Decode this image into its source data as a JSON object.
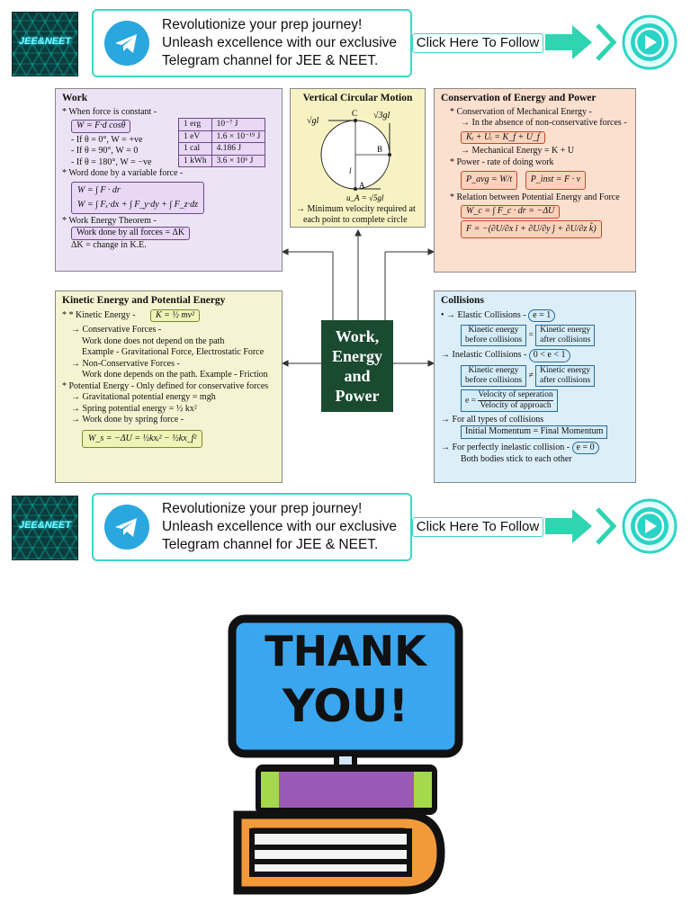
{
  "banner": {
    "logo_text": "JEE&NEET",
    "line1": "Revolutionize your prep journey!",
    "line2": "Unleash excellence with our exclusive",
    "line3": "Telegram channel for JEE & NEET.",
    "follow_label": "Click Here To Follow",
    "icons": {
      "telegram": "telegram-icon",
      "play": "play-icon"
    }
  },
  "center": {
    "line1": "Work,",
    "line2": "Energy",
    "line3": "and",
    "line4": "Power"
  },
  "work": {
    "title": "Work",
    "l1": "* When force is constant -",
    "f1": "W = F·d cosθ",
    "l2": "- If θ = 0°, W = +ve",
    "l3": "- If θ = 90°, W = 0",
    "l4": "- If θ = 180°, W = −ve",
    "units": [
      [
        "1 erg",
        "10⁻⁷ J"
      ],
      [
        "1 eV",
        "1.6 × 10⁻¹⁹ J"
      ],
      [
        "1 cal",
        "4.186 J"
      ],
      [
        "1 kWh",
        "3.6 × 10⁶ J"
      ]
    ],
    "l5": "* Word done by a variable force -",
    "f2": "W = ∫ F · dr",
    "f3": "W = ∫ Fₓ·dx + ∫ F_y·dy + ∫ F_z·dz",
    "l6": "* Work Energy Theorem -",
    "f4": "Work done by all forces = ΔK",
    "l7": "ΔK = change in K.E."
  },
  "vcm": {
    "title": "Vertical Circular Motion",
    "lbl_sqrt_gl": "√gl",
    "lbl_sqrt_3gl": "√3gl",
    "lbl_C": "C",
    "lbl_B": "B",
    "lbl_A": "A",
    "lbl_l": "l",
    "lbl_u": "u_A = √5gl",
    "note1": "→ Minimum velocity required at",
    "note2": "each point to complete circle"
  },
  "cons": {
    "title": "Conservation of Energy and Power",
    "l1": "* Conservation of Mechanical Energy -",
    "l2": "→ In the absence of non-conservative forces -",
    "f1": "Kᵢ + Uᵢ = K_f + U_f",
    "l3": "→ Mechanical Energy = K + U",
    "l4": "* Power - rate of doing work",
    "f2": "P_avg = W/t",
    "f3": "P_inst = F · v",
    "l5": "* Relation between Potential Energy and Force",
    "f4": "W_c = ∫ F_c · dr = −ΔU",
    "f5": "F = −(∂U/∂x î + ∂U/∂y ĵ + ∂U/∂z k̂)"
  },
  "ke": {
    "title": "Kinetic Energy and Potential Energy",
    "l1": "* Kinetic Energy -",
    "f1": "K = ½ mv²",
    "l2": "→ Conservative Forces -",
    "l3": "Work done does not depend on the path",
    "l4": "Example - Gravitational Force, Electrostatic Force",
    "l5": "→ Non-Conservative Forces -",
    "l6": "Work done depends on the path. Example - Friction",
    "l7": "* Potential Energy - Only defined for conservative forces",
    "l8": "→ Gravitational potential energy = mgh",
    "l9": "→ Spring potential energy = ½ kx²",
    "l10": "→ Work done by spring force -",
    "f2": "W_s = −ΔU = ½kxᵢ² − ½kx_f²"
  },
  "coll": {
    "title": "Collisions",
    "l1": "→ Elastic Collisions -",
    "e1": "e = 1",
    "ke_before": [
      "Kinetic energy",
      "before collisions"
    ],
    "ke_after": [
      "Kinetic energy",
      "after collisions"
    ],
    "eq": "=",
    "l2": "→ Inelastic Collisions -",
    "e2": "0 < e < 1",
    "neq": "≠",
    "e_label": "e =",
    "vsep": "Velocity of seperation",
    "vapp": "Velocity of approach",
    "l3": "→ For all types of collisions",
    "mom": "Initial Momentum = Final Momentum",
    "l4": "→ For perfectly inelastic collision -",
    "e3": "e = 0",
    "l5": "Both bodies stick to each other"
  },
  "thanks": {
    "line1": "THANK",
    "line2": "YOU!"
  }
}
